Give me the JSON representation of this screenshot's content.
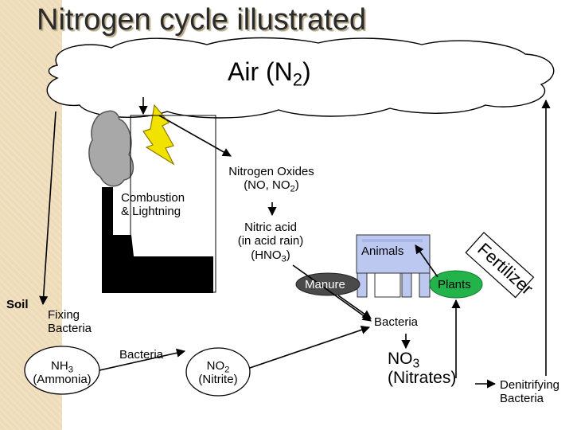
{
  "title": "Nitrogen cycle illustrated",
  "air": {
    "label": "Air (N",
    "sub": "2",
    "close": ")"
  },
  "combustion": {
    "line1": "Combustion",
    "line2": "& Lightning"
  },
  "nitrogen_oxides": {
    "line1": "Nitrogen Oxides",
    "line2a": "(NO, NO",
    "line2sub": "2",
    "line2b": ")"
  },
  "nitric_acid": {
    "line1": "Nitric acid",
    "line2": "(in acid rain)",
    "line3a": "(HNO",
    "line3sub": "3",
    "line3b": ")"
  },
  "animals": "Animals",
  "manure": "Manure",
  "plants": "Plants",
  "fertilizer": "Fertilizer",
  "soil": "Soil",
  "fixing_bacteria": {
    "line1": "Fixing",
    "line2": "Bacteria"
  },
  "ammonia": {
    "line1a": "NH",
    "line1sub": "3",
    "line2": "(Ammonia)"
  },
  "bacteria_left": "Bacteria",
  "nitrite": {
    "line1a": "NO",
    "line1sub": "2",
    "line2": "(Nitrite)"
  },
  "bacteria_right": "Bacteria",
  "nitrates": {
    "line1a": "NO",
    "line1sub": "3",
    "line2": "(Nitrates)"
  },
  "denitrifying": {
    "line1": "Denitrifying",
    "line2": "Bacteria"
  },
  "colors": {
    "strip": "#eedcb8",
    "smoke": "#a8a8a8",
    "lightning": "#f2e200",
    "manure": "#4a4a4a",
    "plants": "#22b34a",
    "barn": "#bcc8f0"
  }
}
